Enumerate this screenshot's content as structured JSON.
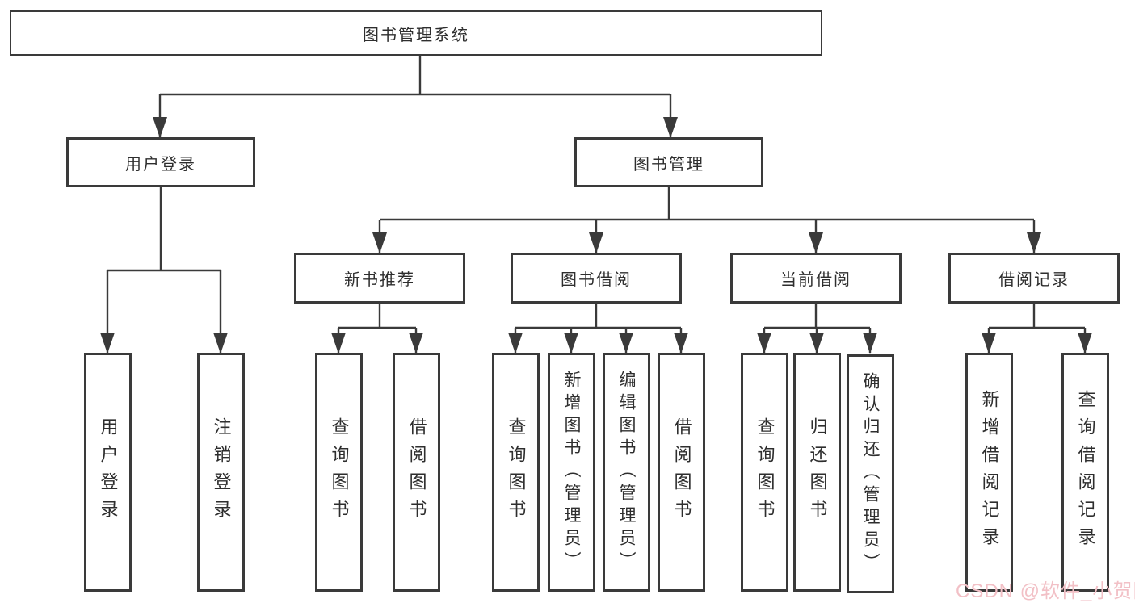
{
  "colors": {
    "line": "#3a3a3a",
    "fill": "#ffffff",
    "text": "#2e2e2e",
    "watermark": "#f2c0c6"
  },
  "nodes": {
    "root": "图书管理系统",
    "user_login": "用户登录",
    "book_management": "图书管理",
    "new_book_recommend": "新书推荐",
    "book_borrow": "图书借阅",
    "current_borrow": "当前借阅",
    "borrow_record": "借阅记录",
    "leaf_user_login": "用户登录",
    "leaf_logout": "注销登录",
    "leaf_recommend_query_book": "查询图书",
    "leaf_recommend_borrow_book": "借阅图书",
    "leaf_borrow_query_book": "查询图书",
    "leaf_add_book_admin": "新增图书（管理员）",
    "leaf_edit_book_admin": "编辑图书（管理员）",
    "leaf_borrow_book": "借阅图书",
    "leaf_current_query_book": "查询图书",
    "leaf_return_book": "归还图书",
    "leaf_confirm_return_admin": "确认归还（管理员）",
    "leaf_add_borrow_record": "新增借阅记录",
    "leaf_query_borrow_record": "查询借阅记录"
  },
  "watermark": {
    "text": "CSDN @软件_小贺同学"
  }
}
